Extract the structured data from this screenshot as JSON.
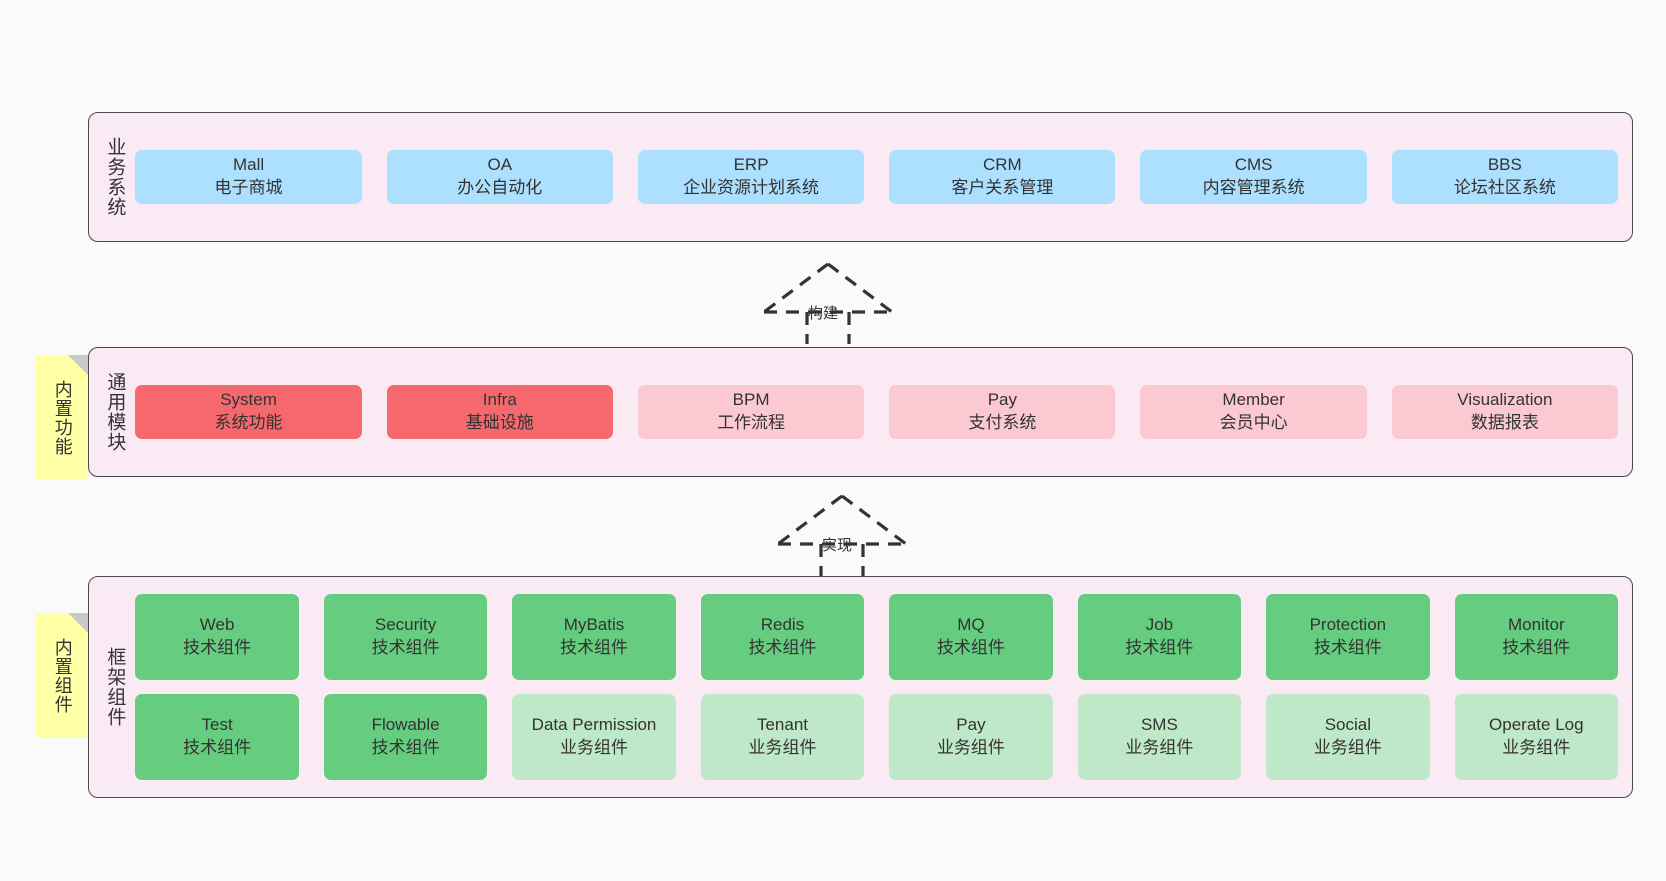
{
  "diagram": {
    "background_color": "#fafafa",
    "layer_fill": "#f9eaf4",
    "layer_border": "#4a4a4a"
  },
  "notes": [
    {
      "name": "builtin-function-note",
      "text": "内置功能"
    },
    {
      "name": "builtin-component-note",
      "text": "内置组件"
    }
  ],
  "arrows": [
    {
      "name": "build-arrow",
      "label": "构建",
      "style": "dashed-hollow-up"
    },
    {
      "name": "implement-arrow",
      "label": "实现",
      "style": "dashed-hollow-up"
    }
  ],
  "layers": [
    {
      "id": "business-system",
      "title": "业务系统",
      "rows": [
        [
          {
            "name": "mall",
            "t1": "Mall",
            "t2": "电子商城",
            "color": "#addfff",
            "tone": "blue"
          },
          {
            "name": "oa",
            "t1": "OA",
            "t2": "办公自动化",
            "color": "#addfff",
            "tone": "blue"
          },
          {
            "name": "erp",
            "t1": "ERP",
            "t2": "企业资源计划系统",
            "color": "#addfff",
            "tone": "blue"
          },
          {
            "name": "crm",
            "t1": "CRM",
            "t2": "客户关系管理",
            "color": "#addfff",
            "tone": "blue"
          },
          {
            "name": "cms",
            "t1": "CMS",
            "t2": "内容管理系统",
            "color": "#addfff",
            "tone": "blue"
          },
          {
            "name": "bbs",
            "t1": "BBS",
            "t2": "论坛社区系统",
            "color": "#addfff",
            "tone": "blue"
          }
        ]
      ]
    },
    {
      "id": "common-module",
      "title": "通用模块",
      "rows": [
        [
          {
            "name": "system",
            "t1": "System",
            "t2": "系统功能",
            "color": "#f5696e",
            "tone": "red"
          },
          {
            "name": "infra",
            "t1": "Infra",
            "t2": "基础设施",
            "color": "#f5696e",
            "tone": "red"
          },
          {
            "name": "bpm",
            "t1": "BPM",
            "t2": "工作流程",
            "color": "#fbc9d2",
            "tone": "pink"
          },
          {
            "name": "pay",
            "t1": "Pay",
            "t2": "支付系统",
            "color": "#fbc9d2",
            "tone": "pink"
          },
          {
            "name": "member",
            "t1": "Member",
            "t2": "会员中心",
            "color": "#fbc9d2",
            "tone": "pink"
          },
          {
            "name": "visualization",
            "t1": "Visualization",
            "t2": "数据报表",
            "color": "#fbc9d2",
            "tone": "pink"
          }
        ]
      ]
    },
    {
      "id": "framework-component",
      "title": "框架组件",
      "rows": [
        [
          {
            "name": "web",
            "t1": "Web",
            "t2": "技术组件",
            "color": "#66cc7f",
            "tone": "green"
          },
          {
            "name": "security",
            "t1": "Security",
            "t2": "技术组件",
            "color": "#66cc7f",
            "tone": "green"
          },
          {
            "name": "mybatis",
            "t1": "MyBatis",
            "t2": "技术组件",
            "color": "#66cc7f",
            "tone": "green"
          },
          {
            "name": "redis",
            "t1": "Redis",
            "t2": "技术组件",
            "color": "#66cc7f",
            "tone": "green"
          },
          {
            "name": "mq",
            "t1": "MQ",
            "t2": "技术组件",
            "color": "#66cc7f",
            "tone": "green"
          },
          {
            "name": "job",
            "t1": "Job",
            "t2": "技术组件",
            "color": "#66cc7f",
            "tone": "green"
          },
          {
            "name": "protection",
            "t1": "Protection",
            "t2": "技术组件",
            "color": "#66cc7f",
            "tone": "green"
          },
          {
            "name": "monitor",
            "t1": "Monitor",
            "t2": "技术组件",
            "color": "#66cc7f",
            "tone": "green"
          }
        ],
        [
          {
            "name": "test",
            "t1": "Test",
            "t2": "技术组件",
            "color": "#66cc7f",
            "tone": "green"
          },
          {
            "name": "flowable",
            "t1": "Flowable",
            "t2": "技术组件",
            "color": "#66cc7f",
            "tone": "green"
          },
          {
            "name": "data-permission",
            "t1": "Data Permission",
            "t2": "业务组件",
            "color": "#bfe8c8",
            "tone": "green-light"
          },
          {
            "name": "tenant",
            "t1": "Tenant",
            "t2": "业务组件",
            "color": "#bfe8c8",
            "tone": "green-light"
          },
          {
            "name": "pay-component",
            "t1": "Pay",
            "t2": "业务组件",
            "color": "#bfe8c8",
            "tone": "green-light"
          },
          {
            "name": "sms",
            "t1": "SMS",
            "t2": "业务组件",
            "color": "#bfe8c8",
            "tone": "green-light"
          },
          {
            "name": "social",
            "t1": "Social",
            "t2": "业务组件",
            "color": "#bfe8c8",
            "tone": "green-light"
          },
          {
            "name": "operate-log",
            "t1": "Operate Log",
            "t2": "业务组件",
            "color": "#bfe8c8",
            "tone": "green-light"
          }
        ]
      ]
    }
  ]
}
